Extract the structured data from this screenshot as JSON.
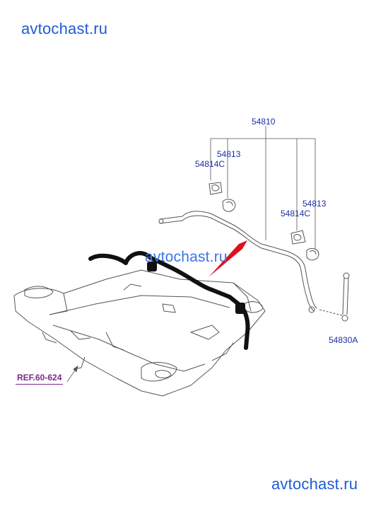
{
  "watermarks": {
    "top": "avtochast.ru",
    "middle": "avtochast.ru",
    "bottom": "avtochast.ru"
  },
  "callouts": {
    "stabilizer_bar": "54810",
    "bushing_left": "54813",
    "bracket_left": "54814C",
    "bushing_right": "54813",
    "bracket_right": "54814C",
    "link": "54830A"
  },
  "reference": "REF.60-624",
  "colors": {
    "watermark": "#1e5bd6",
    "callout": "#1a2ea8",
    "reference": "#7a2a8a",
    "pointer": "#e0101a",
    "line_art": "#555555"
  }
}
